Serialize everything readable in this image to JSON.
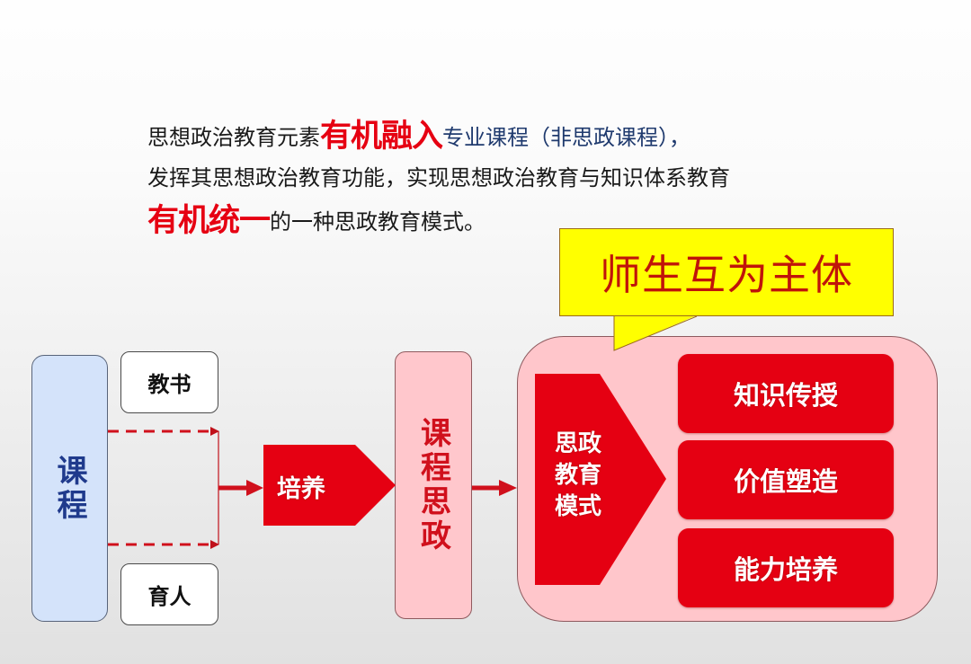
{
  "intro": {
    "line1_a": "思想政治教育元素",
    "line1_em": "有机融入",
    "line1_b": "专业课程（非思政课程），",
    "line2": "发挥其思想政治教育功能，实现思想政治教育与知识体系教育",
    "line3_em": "有机统一",
    "line3_b": "的一种思政教育模式。"
  },
  "bubble": {
    "text": "师生互为主体"
  },
  "diagram": {
    "course": "课程",
    "teach": "教书",
    "educate": "育人",
    "cultivate": "培养",
    "course_ideology": "课程思政",
    "mode": "思政教育模式",
    "outcomes": [
      "知识传授",
      "价值塑造",
      "能力培养"
    ]
  },
  "colors": {
    "red": "#e50012",
    "pink": "#ffc6cb",
    "blue_fill": "#d4e3fa",
    "blue_text": "#1f3a8c",
    "bubble_yellow": "#ffff00"
  }
}
